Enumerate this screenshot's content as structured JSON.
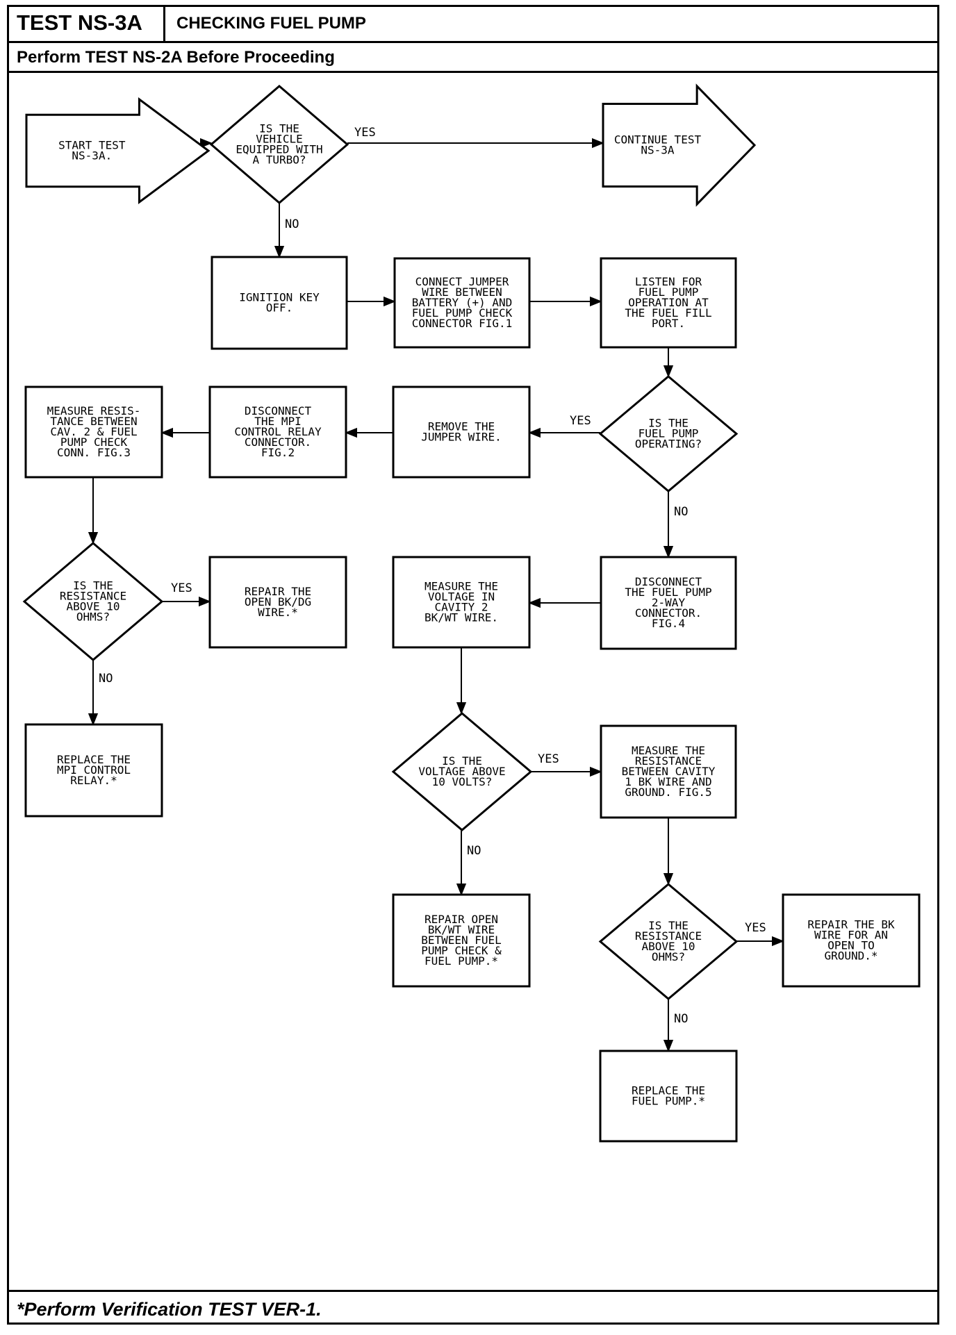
{
  "header": {
    "test_id": "TEST NS-3A",
    "title": "CHECKING FUEL PUMP",
    "prerequisite": "Perform TEST NS-2A Before Proceeding"
  },
  "footer": {
    "note": "*Perform Verification TEST VER-1."
  },
  "flowchart": {
    "nodes": [
      {
        "id": "start",
        "shape": "arrow",
        "lines": [
          "START TEST",
          "NS-3A."
        ]
      },
      {
        "id": "q_turbo",
        "shape": "diamond",
        "lines": [
          "IS THE",
          "VEHICLE",
          "EQUIPPED WITH",
          "A TURBO?"
        ]
      },
      {
        "id": "continue",
        "shape": "arrow",
        "lines": [
          "CONTINUE TEST",
          "NS-3A"
        ]
      },
      {
        "id": "ign_off",
        "shape": "box",
        "lines": [
          "IGNITION KEY",
          "OFF."
        ]
      },
      {
        "id": "jumper",
        "shape": "box",
        "lines": [
          "CONNECT JUMPER",
          "WIRE BETWEEN",
          "BATTERY (+) AND",
          "FUEL PUMP CHECK",
          "CONNECTOR FIG.1"
        ]
      },
      {
        "id": "listen",
        "shape": "box",
        "lines": [
          "LISTEN FOR",
          "FUEL PUMP",
          "OPERATION AT",
          "THE FUEL FILL",
          "PORT."
        ]
      },
      {
        "id": "q_operating",
        "shape": "diamond",
        "lines": [
          "IS THE",
          "FUEL PUMP",
          "OPERATING?"
        ]
      },
      {
        "id": "remove_jumper",
        "shape": "box",
        "lines": [
          "REMOVE THE",
          "JUMPER WIRE."
        ]
      },
      {
        "id": "disc_mpi",
        "shape": "box",
        "lines": [
          "DISCONNECT",
          "THE MPI",
          "CONTROL RELAY",
          "CONNECTOR.",
          "FIG.2"
        ]
      },
      {
        "id": "meas_res_cav2",
        "shape": "box",
        "lines": [
          "MEASURE RESIS-",
          "TANCE BETWEEN",
          "CAV. 2 & FUEL",
          "PUMP CHECK",
          "CONN. FIG.3"
        ]
      },
      {
        "id": "q_res1",
        "shape": "diamond",
        "lines": [
          "IS THE",
          "RESISTANCE",
          "ABOVE 10",
          "OHMS?"
        ]
      },
      {
        "id": "repair_bkdg",
        "shape": "box",
        "lines": [
          "REPAIR THE",
          "OPEN BK/DG",
          "WIRE.*"
        ]
      },
      {
        "id": "replace_relay",
        "shape": "box",
        "lines": [
          "REPLACE THE",
          "MPI CONTROL",
          "RELAY.*"
        ]
      },
      {
        "id": "disc_pump",
        "shape": "box",
        "lines": [
          "DISCONNECT",
          "THE FUEL PUMP",
          "2-WAY",
          "CONNECTOR.",
          "FIG.4"
        ]
      },
      {
        "id": "meas_volt",
        "shape": "box",
        "lines": [
          "MEASURE THE",
          "VOLTAGE IN",
          "CAVITY 2",
          "BK/WT WIRE."
        ]
      },
      {
        "id": "q_volt",
        "shape": "diamond",
        "lines": [
          "IS THE",
          "VOLTAGE ABOVE",
          "10 VOLTS?"
        ]
      },
      {
        "id": "meas_res_cav1",
        "shape": "box",
        "lines": [
          "MEASURE THE",
          "RESISTANCE",
          "BETWEEN CAVITY",
          "1 BK WIRE AND",
          "GROUND. FIG.5"
        ]
      },
      {
        "id": "repair_bkwt",
        "shape": "box",
        "lines": [
          "REPAIR OPEN",
          "BK/WT WIRE",
          "BETWEEN FUEL",
          "PUMP CHECK &",
          "FUEL PUMP.*"
        ]
      },
      {
        "id": "q_res2",
        "shape": "diamond",
        "lines": [
          "IS THE",
          "RESISTANCE",
          "ABOVE 10",
          "OHMS?"
        ]
      },
      {
        "id": "repair_bk_ground",
        "shape": "box",
        "lines": [
          "REPAIR THE BK",
          "WIRE FOR AN",
          "OPEN TO",
          "GROUND.*"
        ]
      },
      {
        "id": "replace_pump",
        "shape": "box",
        "lines": [
          "REPLACE THE",
          "FUEL PUMP.*"
        ]
      }
    ],
    "edges": [
      {
        "from": "start",
        "to": "q_turbo",
        "label": ""
      },
      {
        "from": "q_turbo",
        "to": "continue",
        "label": "YES"
      },
      {
        "from": "q_turbo",
        "to": "ign_off",
        "label": "NO"
      },
      {
        "from": "ign_off",
        "to": "jumper",
        "label": ""
      },
      {
        "from": "jumper",
        "to": "listen",
        "label": ""
      },
      {
        "from": "listen",
        "to": "q_operating",
        "label": ""
      },
      {
        "from": "q_operating",
        "to": "remove_jumper",
        "label": "YES"
      },
      {
        "from": "remove_jumper",
        "to": "disc_mpi",
        "label": ""
      },
      {
        "from": "disc_mpi",
        "to": "meas_res_cav2",
        "label": ""
      },
      {
        "from": "meas_res_cav2",
        "to": "q_res1",
        "label": ""
      },
      {
        "from": "q_res1",
        "to": "repair_bkdg",
        "label": "YES"
      },
      {
        "from": "q_res1",
        "to": "replace_relay",
        "label": "NO"
      },
      {
        "from": "q_operating",
        "to": "disc_pump",
        "label": "NO"
      },
      {
        "from": "disc_pump",
        "to": "meas_volt",
        "label": ""
      },
      {
        "from": "meas_volt",
        "to": "q_volt",
        "label": ""
      },
      {
        "from": "q_volt",
        "to": "meas_res_cav1",
        "label": "YES"
      },
      {
        "from": "q_volt",
        "to": "repair_bkwt",
        "label": "NO"
      },
      {
        "from": "meas_res_cav1",
        "to": "q_res2",
        "label": ""
      },
      {
        "from": "q_res2",
        "to": "repair_bk_ground",
        "label": "YES"
      },
      {
        "from": "q_res2",
        "to": "replace_pump",
        "label": "NO"
      }
    ]
  }
}
